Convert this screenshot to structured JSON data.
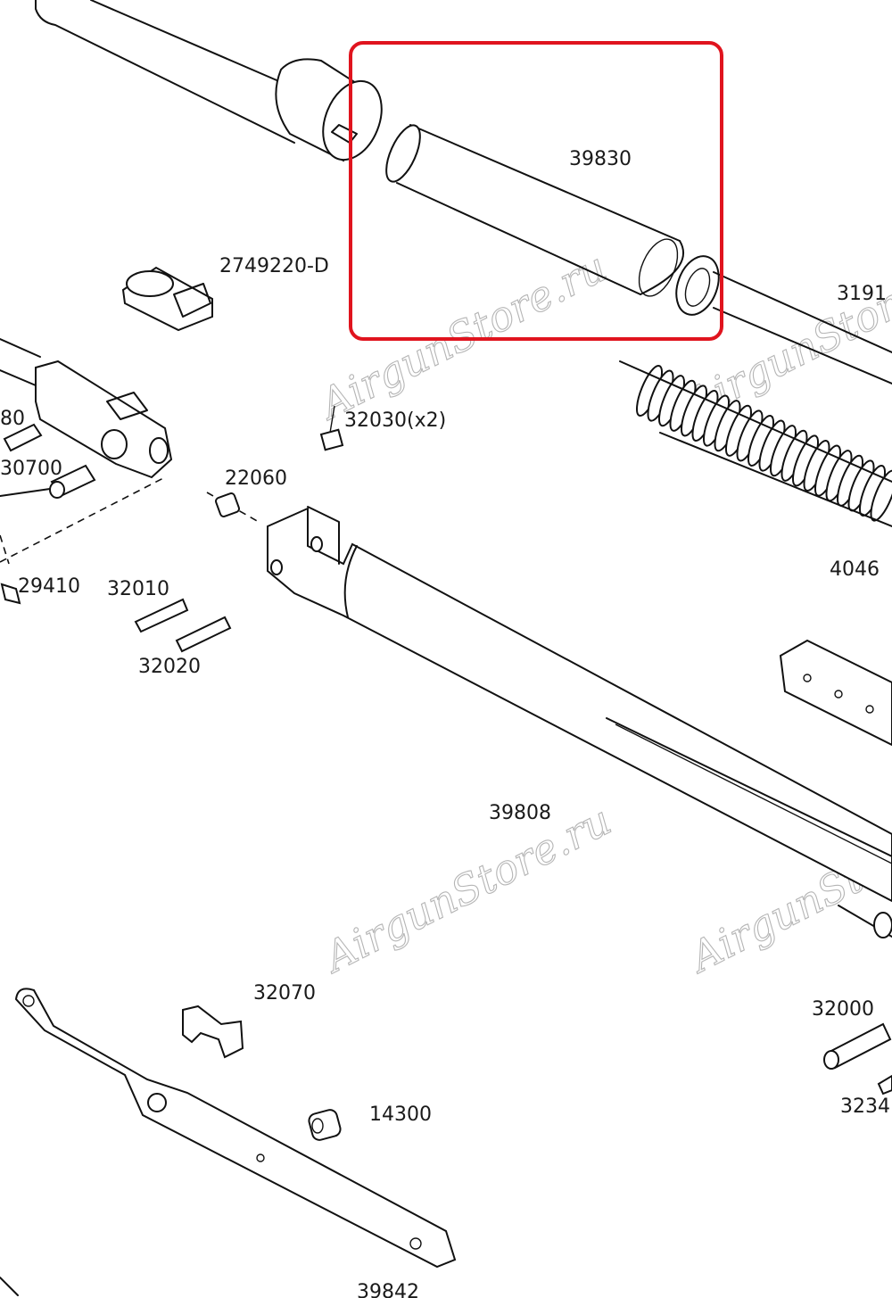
{
  "highlight_color": "#e0141e",
  "parts": {
    "p39830": "39830",
    "p2749220": "2749220-D",
    "p3191": "3191",
    "p80": "80",
    "p30700": "30700",
    "p32030": "32030(x2)",
    "p22060": "22060",
    "p29410": "29410",
    "p32010": "32010",
    "p32020": "32020",
    "p4046": "4046",
    "p39808": "39808",
    "p32070": "32070",
    "p32000": "32000",
    "p14300": "14300",
    "p3234": "3234",
    "p39842": "39842"
  },
  "watermark": "AirgunStore.ru"
}
